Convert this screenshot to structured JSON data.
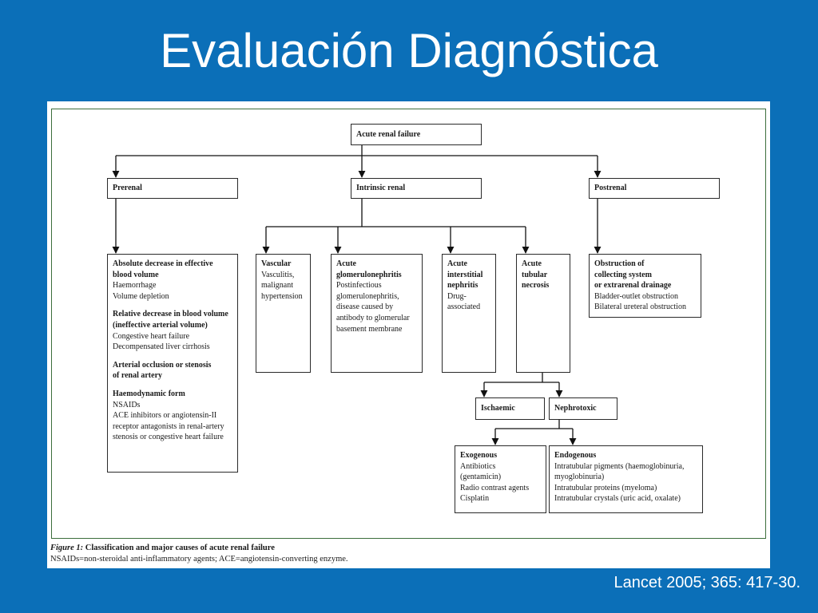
{
  "slide": {
    "title": "Evaluación Diagnóstica",
    "citation": "Lancet 2005; 365: 417-30."
  },
  "diagram": {
    "root": "Acute renal failure",
    "prerenal": {
      "title": "Prerenal",
      "sections": [
        {
          "heading": [
            "Absolute decrease in effective",
            "blood volume"
          ],
          "items": [
            "Haemorrhage",
            "Volume depletion"
          ]
        },
        {
          "heading": [
            "Relative decrease in blood volume",
            "(ineffective arterial volume)"
          ],
          "items": [
            "Congestive heart failure",
            "Decompensated liver cirrhosis"
          ]
        },
        {
          "heading": [
            "Arterial occlusion or stenosis",
            "of renal artery"
          ],
          "items": []
        },
        {
          "heading": [
            "Haemodynamic form"
          ],
          "items": [
            "NSAIDs",
            "ACE inhibitors or angiotensin-II",
            "receptor antagonists in renal-artery",
            "stenosis or congestive heart failure"
          ]
        }
      ]
    },
    "intrinsic": {
      "title": "Intrinsic renal",
      "vascular": {
        "heading": [
          "Vascular"
        ],
        "items": [
          "Vasculitis,",
          "malignant",
          "hypertension"
        ]
      },
      "glomerulonephritis": {
        "heading": [
          "Acute",
          "glomerulonephritis"
        ],
        "items": [
          "Postinfectious",
          "glomerulonephritis,",
          "disease caused by",
          "antibody to glomerular",
          "basement membrane"
        ]
      },
      "interstitial": {
        "heading": [
          "Acute",
          "interstitial",
          "nephritis"
        ],
        "items": [
          "Drug-",
          "associated"
        ]
      },
      "tubular": {
        "heading": [
          "Acute",
          "tubular",
          "necrosis"
        ],
        "items": []
      },
      "ischaemic": "Ischaemic",
      "nephrotoxic": "Nephrotoxic",
      "exogenous": {
        "heading": [
          "Exogenous"
        ],
        "items": [
          "Antibiotics",
          "(gentamicin)",
          "Radio contrast agents",
          "Cisplatin"
        ]
      },
      "endogenous": {
        "heading": [
          "Endogenous"
        ],
        "items": [
          "Intratubular pigments (haemoglobinuria,",
          "myoglobinuria)",
          "Intratubular proteins (myeloma)",
          "Intratubular crystals (uric acid, oxalate)"
        ]
      }
    },
    "postrenal": {
      "title": "Postrenal",
      "detail": {
        "heading": [
          "Obstruction of",
          "collecting system",
          "or extrarenal drainage"
        ],
        "items": [
          "Bladder-outlet obstruction",
          "Bilateral ureteral obstruction"
        ]
      }
    }
  },
  "caption": {
    "label": "Figure 1:",
    "title": " Classification and major causes of acute renal failure",
    "note": "NSAIDs=non-steroidal anti-inflammatory agents; ACE=angiotensin-converting enzyme."
  }
}
